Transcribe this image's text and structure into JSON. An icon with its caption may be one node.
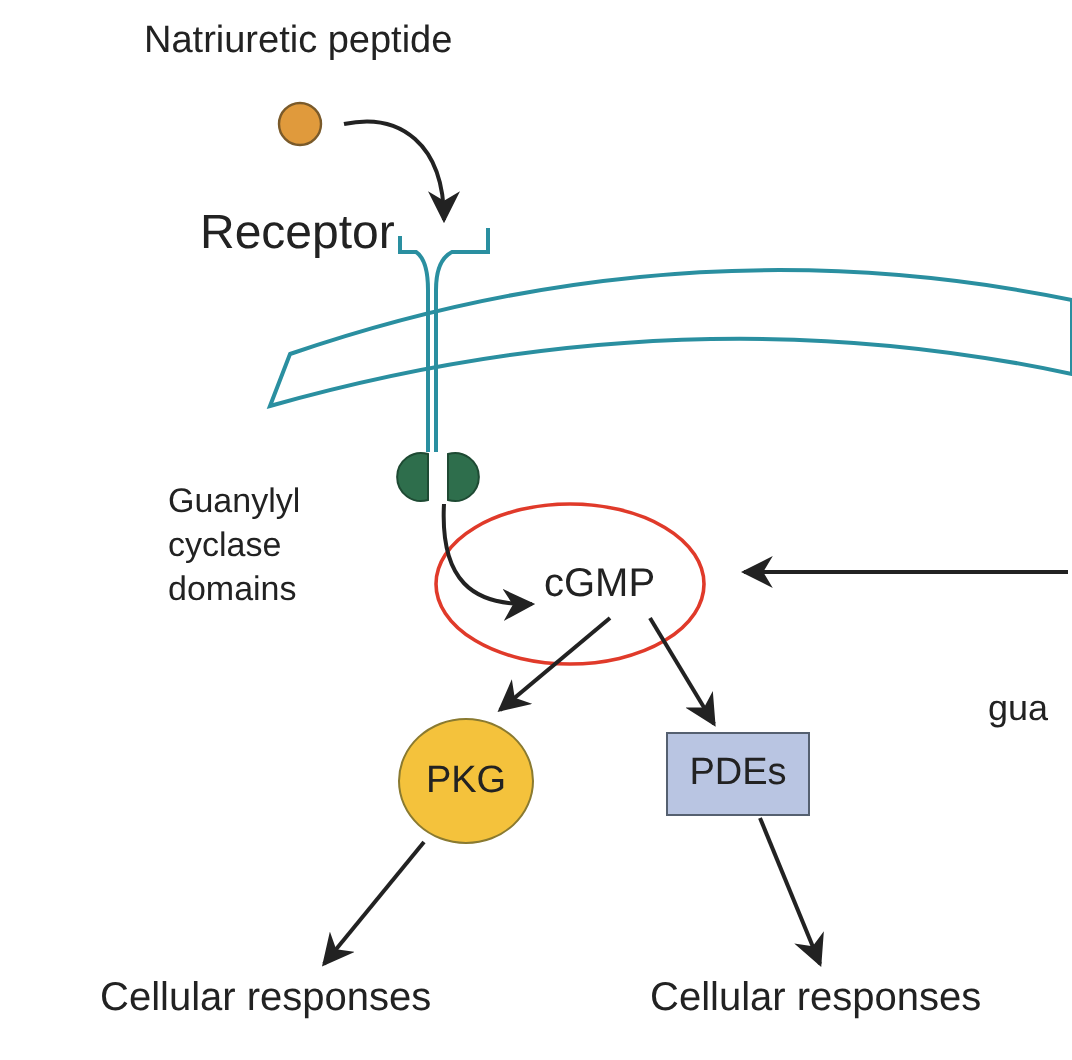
{
  "diagram": {
    "nodes": [
      {
        "text": [
          "Natriuretic peptide"
        ]
      },
      {
        "text": [
          "Receptor"
        ]
      },
      {
        "text": [
          "Guanylyl cyclase domains"
        ]
      },
      {
        "text": [
          "cGMP"
        ]
      },
      {
        "text": [
          "PKG"
        ]
      },
      {
        "text": [
          "PDEs"
        ]
      },
      {
        "text": [
          "Cellular responses"
        ]
      },
      {
        "text": [
          "Cellular responses"
        ]
      }
    ],
    "edges": [
      {
        "from": 0,
        "to": 1,
        "arrow": "to"
      },
      {
        "from": 2,
        "to": 3,
        "arrow": "to"
      },
      {
        "from": null,
        "to": 3,
        "arrow": "to"
      },
      {
        "from": 3,
        "to": 4,
        "arrow": "to"
      },
      {
        "from": 3,
        "to": 5,
        "arrow": "to"
      },
      {
        "from": 4,
        "to": 6,
        "arrow": "to"
      },
      {
        "from": 5,
        "to": 7,
        "arrow": "to"
      }
    ],
    "labels": [
      "gua"
    ]
  }
}
